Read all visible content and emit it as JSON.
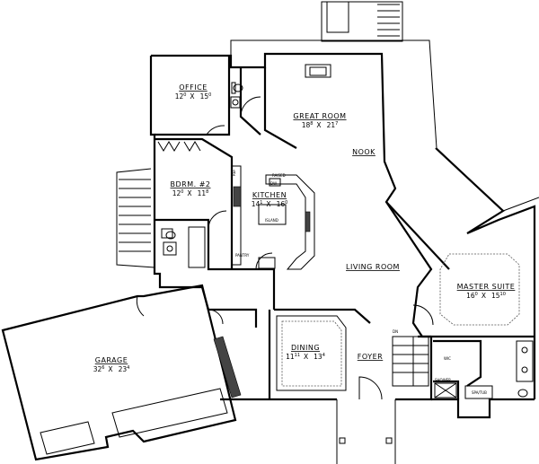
{
  "plan": {
    "rooms": [
      {
        "name": "OFFICE",
        "w_ft": "12",
        "w_in": "0",
        "l_ft": "15",
        "l_in": "0",
        "sep": "X"
      },
      {
        "name": "GREAT ROOM",
        "w_ft": "18",
        "w_in": "8",
        "l_ft": "21",
        "l_in": "7",
        "sep": "X"
      },
      {
        "name": "BDRM. #2",
        "w_ft": "12",
        "w_in": "0",
        "l_ft": "11",
        "l_in": "8",
        "sep": "X"
      },
      {
        "name": "KITCHEN",
        "w_ft": "14",
        "w_in": "1",
        "l_ft": "16",
        "l_in": "0",
        "sep": "X"
      },
      {
        "name": "MASTER SUITE",
        "w_ft": "16",
        "w_in": "0",
        "l_ft": "15",
        "l_in": "10",
        "sep": "X"
      },
      {
        "name": "DINING",
        "w_ft": "11",
        "w_in": "11",
        "l_ft": "13",
        "l_in": "4",
        "sep": "X"
      },
      {
        "name": "GARAGE",
        "w_ft": "32",
        "w_in": "6",
        "l_ft": "23",
        "l_in": "4",
        "sep": "X"
      }
    ],
    "labels": {
      "nook": "NOOK",
      "living_room": "LIVING ROOM",
      "foyer": "FOYER",
      "raised": "RAISED",
      "dw": "DW",
      "island": "ISLAND",
      "pantry": "PANTRY",
      "ref": "REF",
      "wic": "WIC",
      "shower": "SHOWER",
      "spa_tub": "SPA/TUB",
      "dn": "DN"
    }
  }
}
